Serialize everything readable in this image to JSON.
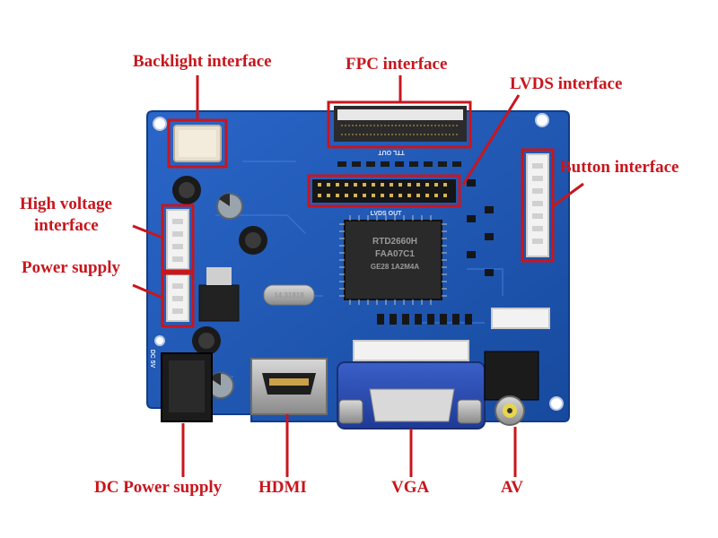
{
  "labels": {
    "backlight": "Backlight interface",
    "fpc": "FPC interface",
    "lvds": "LVDS interface",
    "button": "Button interface",
    "high_voltage_line1": "High voltage",
    "high_voltage_line2": "interface",
    "power_supply": "Power supply",
    "dc_power_supply": "DC Power supply",
    "hdmi": "HDMI",
    "vga": "VGA",
    "av": "AV"
  },
  "silkscreen": {
    "ttl_out": "TTL OUT",
    "lvds_out": "LVDS OUT",
    "dc_5v": "DC 5V"
  },
  "chips": {
    "main_line1": "RTD2660H",
    "main_line2": "FAA07C1",
    "main_line3": "GE28 1A2M4A",
    "crystal": "14.31818"
  },
  "colors": {
    "pcb": "#1f58b8",
    "accent": "#c8161d",
    "callout_text": "#c8161d"
  }
}
